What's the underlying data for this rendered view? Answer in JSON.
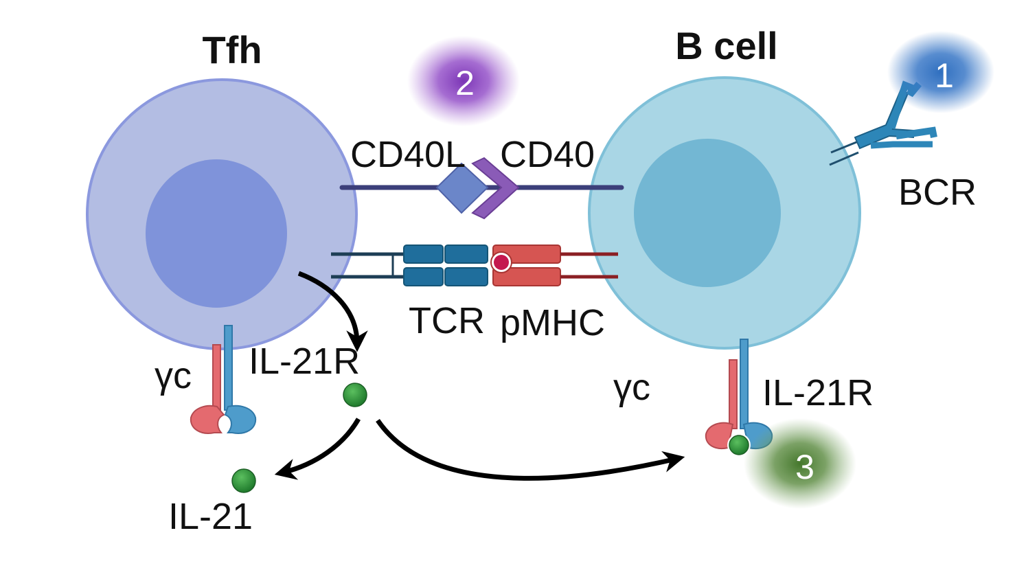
{
  "labels": {
    "tfh": "Tfh",
    "bcell": "B cell",
    "cd40l": "CD40L",
    "cd40": "CD40",
    "tcr": "TCR",
    "pmhc": "pMHC",
    "bcr": "BCR",
    "gc_left": "γc",
    "il21r_left": "IL-21R",
    "gc_right": "γc",
    "il21r_right": "IL-21R",
    "il21": "IL-21"
  },
  "badges": [
    {
      "number": "1",
      "color": "#2f6fbf"
    },
    {
      "number": "2",
      "color": "#8a3fbf"
    },
    {
      "number": "3",
      "color": "#4f7f35"
    }
  ],
  "colors": {
    "tfh_cell": "#b3bde3",
    "tfh_border": "#8b98de",
    "tfh_nucleus": "#7f93da",
    "bcell_cell": "#a9d6e5",
    "bcell_border": "#7fc0d8",
    "bcell_nucleus": "#73b7d3",
    "cd40l": "#6b86c9",
    "cd40": "#8a5bb7",
    "tcr": "#1f6e9c",
    "pmhc": "#d65552",
    "peptide": "#c4174e",
    "il21": "#2e8b3a",
    "gamma_chain": "#e46a6f",
    "il21r_chain": "#4e9ccb",
    "bcr": "#2d86b8",
    "arrow": "#000000"
  }
}
